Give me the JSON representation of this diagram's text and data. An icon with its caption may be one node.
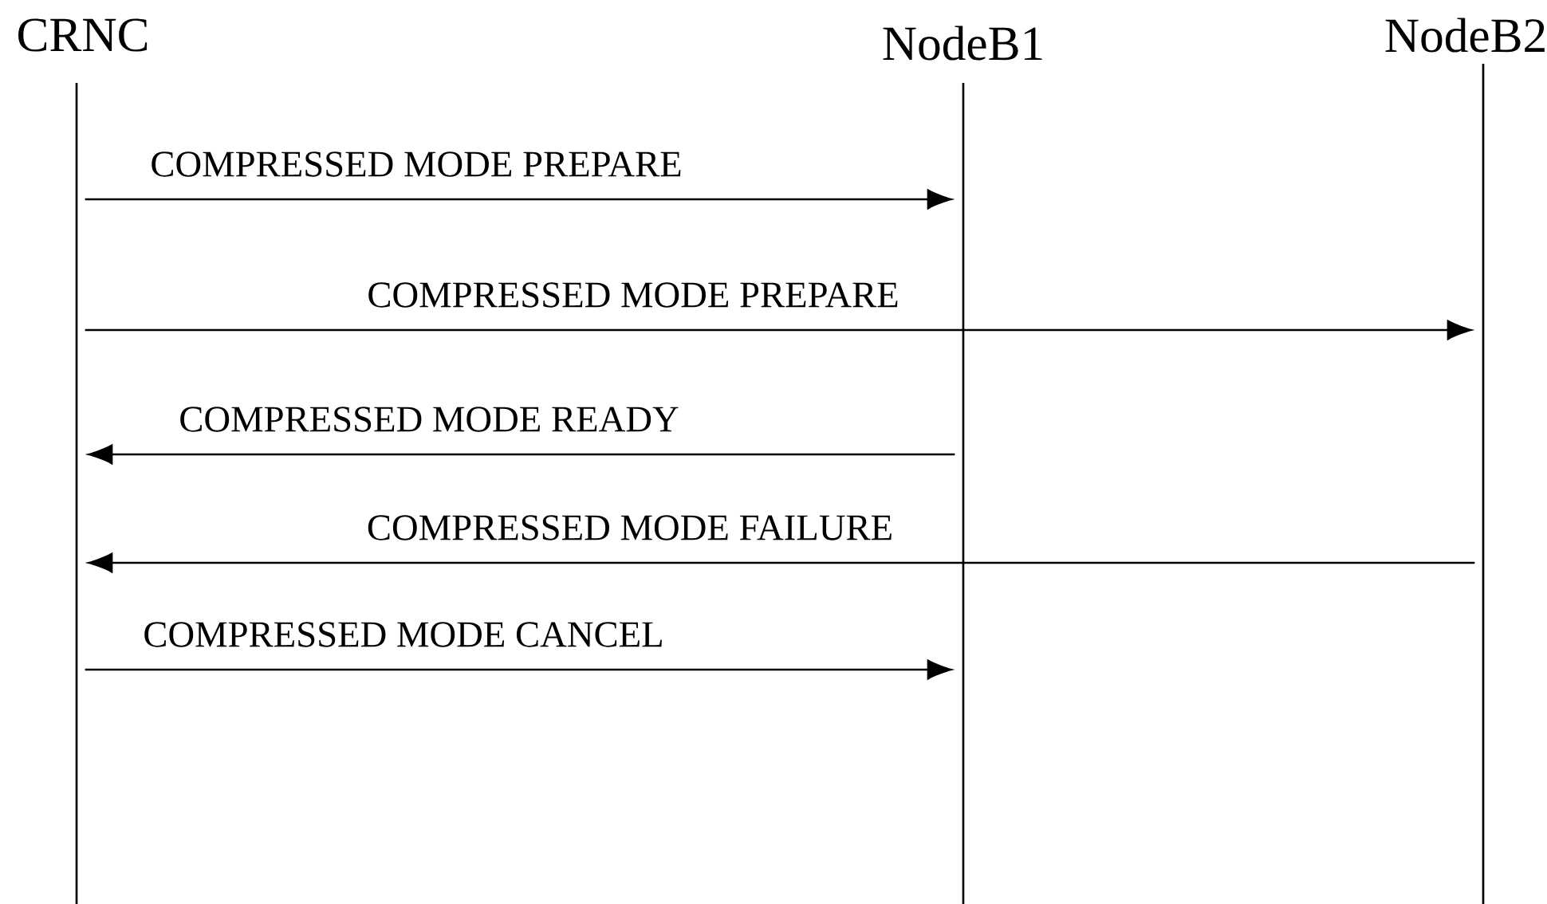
{
  "diagram": {
    "nodes": [
      {
        "text": [
          "CRNC"
        ]
      },
      {
        "text": [
          "NodeB1"
        ]
      },
      {
        "text": [
          "NodeB2"
        ]
      },
      {
        "text": [],
        "shape": "line"
      },
      {
        "text": [],
        "shape": "line"
      },
      {
        "text": [],
        "shape": "line"
      }
    ],
    "edges": [
      {
        "from": 3,
        "to": 4,
        "arrow": "to",
        "label": "COMPRESSED MODE PREPARE"
      },
      {
        "from": 3,
        "to": 5,
        "arrow": "to",
        "label": "COMPRESSED MODE PREPARE"
      },
      {
        "from": 4,
        "to": 3,
        "arrow": "to",
        "label": "COMPRESSED MODE READY"
      },
      {
        "from": 5,
        "to": 3,
        "arrow": "to",
        "label": "COMPRESSED MODE FAILURE"
      },
      {
        "from": 3,
        "to": 4,
        "arrow": "to",
        "label": "COMPRESSED MODE CANCEL"
      }
    ]
  }
}
